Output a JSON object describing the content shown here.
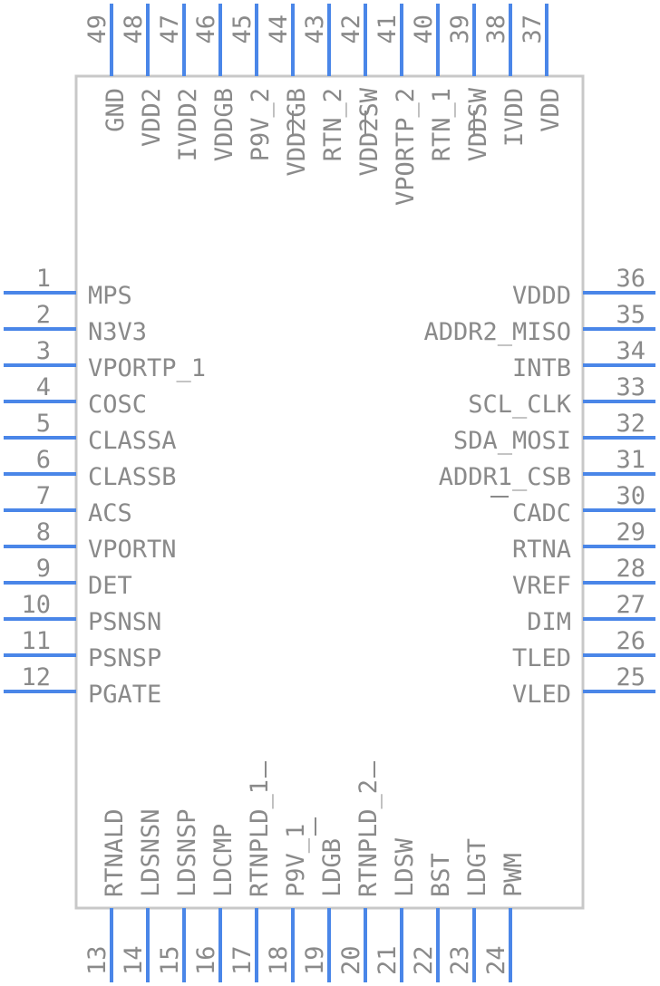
{
  "colors": {
    "pin": "#4a86e8",
    "body_stroke": "#c8c8c8",
    "text": "#8a8a8a"
  },
  "pins": {
    "left": [
      {
        "num": "1",
        "name": "MPS"
      },
      {
        "num": "2",
        "name": "N3V3"
      },
      {
        "num": "3",
        "name": "VPORTP_1"
      },
      {
        "num": "4",
        "name": "COSC"
      },
      {
        "num": "5",
        "name": "CLASSA"
      },
      {
        "num": "6",
        "name": "CLASSB"
      },
      {
        "num": "7",
        "name": "ACS"
      },
      {
        "num": "8",
        "name": "VPORTN"
      },
      {
        "num": "9",
        "name": "DET"
      },
      {
        "num": "10",
        "name": "PSNSN"
      },
      {
        "num": "11",
        "name": "PSNSP"
      },
      {
        "num": "12",
        "name": "PGATE"
      }
    ],
    "right": [
      {
        "num": "36",
        "name": "VDDD"
      },
      {
        "num": "35",
        "name": "ADDR2_MISO"
      },
      {
        "num": "34",
        "name": "INTB"
      },
      {
        "num": "33",
        "name": "SCL_CLK"
      },
      {
        "num": "32",
        "name": "SDA_MOSI"
      },
      {
        "num": "31",
        "name": "ADDR1_CSB"
      },
      {
        "num": "30",
        "name": "CADC"
      },
      {
        "num": "29",
        "name": "RTNA"
      },
      {
        "num": "28",
        "name": "VREF"
      },
      {
        "num": "27",
        "name": "DIM"
      },
      {
        "num": "26",
        "name": "TLED"
      },
      {
        "num": "25",
        "name": "VLED"
      }
    ],
    "top": [
      {
        "num": "49",
        "name": "GND"
      },
      {
        "num": "48",
        "name": "VDD2"
      },
      {
        "num": "47",
        "name": "IVDD2"
      },
      {
        "num": "46",
        "name": "VDDGB"
      },
      {
        "num": "45",
        "name": "P9V_2"
      },
      {
        "num": "44",
        "name": "VDD2GB"
      },
      {
        "num": "43",
        "name": "RTN_2"
      },
      {
        "num": "42",
        "name": "VDD2SW"
      },
      {
        "num": "41",
        "name": "VPORTP_2"
      },
      {
        "num": "40",
        "name": "RTN_1"
      },
      {
        "num": "39",
        "name": "VDDSW"
      },
      {
        "num": "38",
        "name": "IVDD"
      },
      {
        "num": "37",
        "name": "VDD"
      }
    ],
    "bottom": [
      {
        "num": "13",
        "name": "RTNALD"
      },
      {
        "num": "14",
        "name": "LDSNSN"
      },
      {
        "num": "15",
        "name": "LDSNSP"
      },
      {
        "num": "16",
        "name": "LDCMP"
      },
      {
        "num": "17",
        "name": "RTNPLD_1"
      },
      {
        "num": "18",
        "name": "P9V_1"
      },
      {
        "num": "19",
        "name": "LDGB"
      },
      {
        "num": "20",
        "name": "RTNPLD_2"
      },
      {
        "num": "21",
        "name": "LDSW"
      },
      {
        "num": "22",
        "name": "BST"
      },
      {
        "num": "23",
        "name": "LDGT"
      },
      {
        "num": "24",
        "name": "PWM"
      }
    ]
  }
}
